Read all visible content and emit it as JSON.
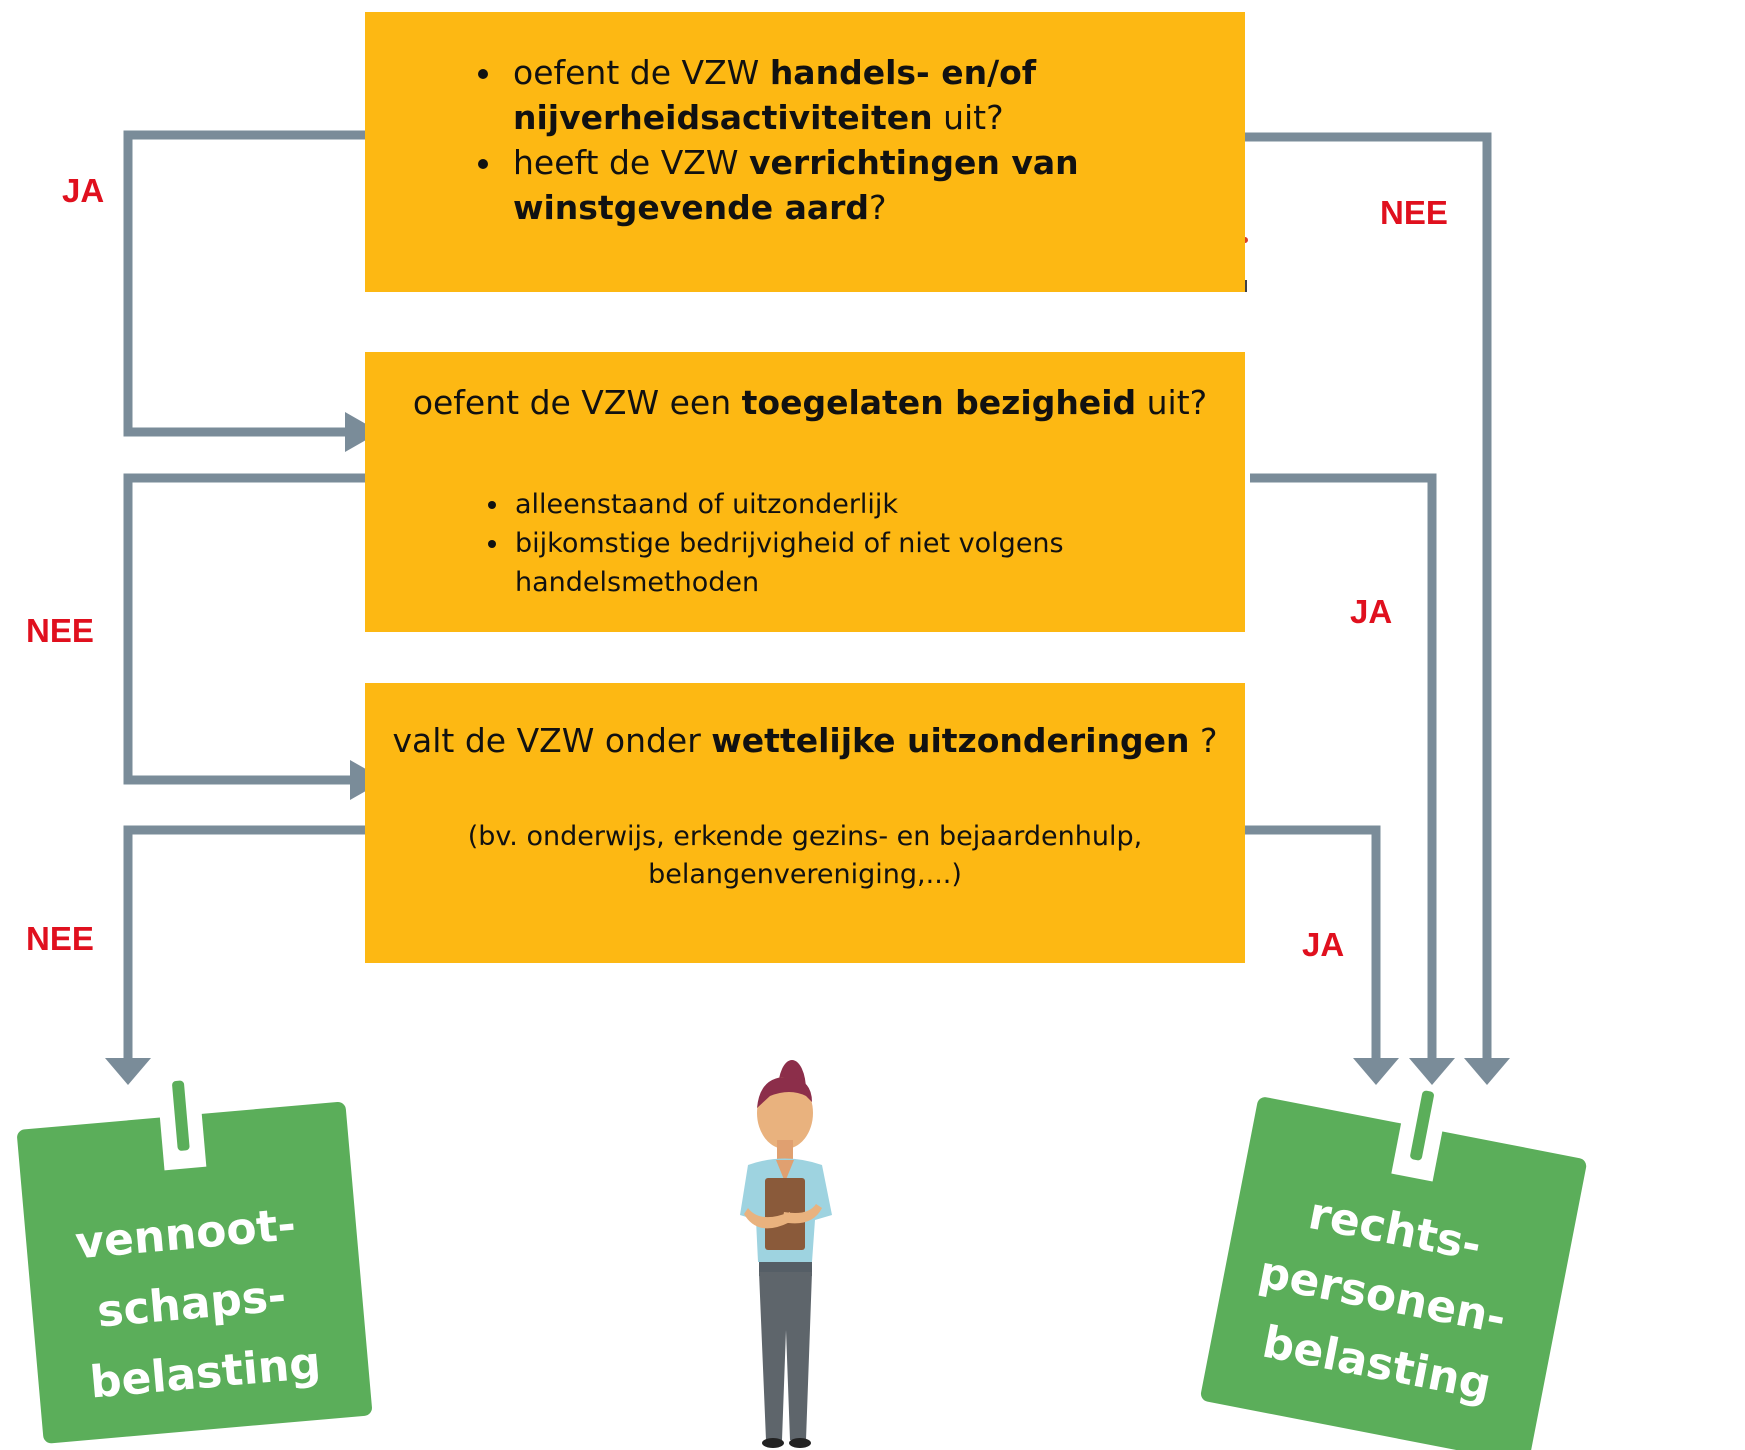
{
  "box1": {
    "bullet1": {
      "pre": "oefent de VZW ",
      "bold": "handels- en/of nijverheidsactiviteiten",
      "post": " uit?"
    },
    "bullet2": {
      "pre": "heeft de VZW ",
      "bold": "verrichtingen van winstgevende aard",
      "post": "?"
    }
  },
  "box2": {
    "question": {
      "pre": "oefent de VZW een ",
      "bold": "toegelaten bezigheid",
      "post": " uit?"
    },
    "items": [
      "alleenstaand of uitzonderlijk",
      "bijkomstige bedrijvigheid of niet volgens handelsmethoden"
    ]
  },
  "box3": {
    "question": {
      "pre": "valt de VZW onder ",
      "bold": "wettelijke uitzonderingen",
      "post": " ?"
    },
    "note": "(bv. onderwijs, erkende gezins- en bejaardenhulp, belangenvereniging,...)"
  },
  "labels": {
    "left_ja": "JA",
    "left_nee1": "NEE",
    "left_nee2": "NEE",
    "right_nee": "NEE",
    "right_ja1": "JA",
    "right_ja2": "JA"
  },
  "outcomes": {
    "left": [
      "vennoot-",
      "schaps-",
      "belasting"
    ],
    "right": [
      "rechts-",
      "personen-",
      "belasting"
    ]
  },
  "colors": {
    "box": "#FDB813",
    "arrow": "#7A8C99",
    "label": "#E0101E",
    "tag": "#5BAE5A"
  }
}
